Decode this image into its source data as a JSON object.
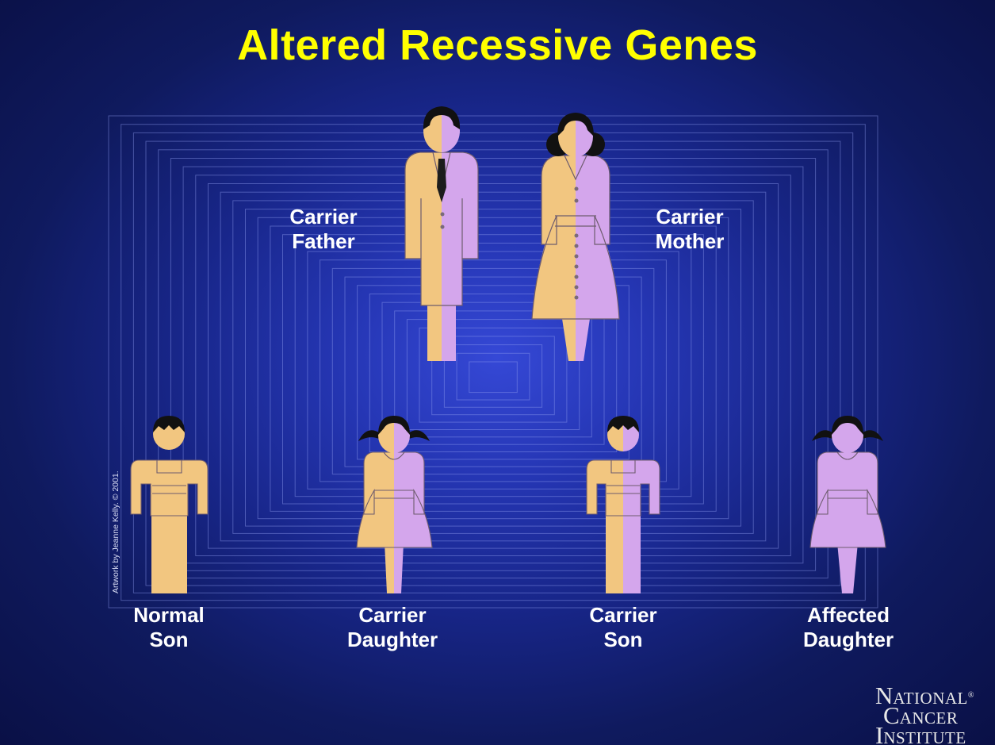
{
  "title": "Altered Recessive Genes",
  "parents": {
    "father": {
      "line1": "Carrier",
      "line2": "Father"
    },
    "mother": {
      "line1": "Carrier",
      "line2": "Mother"
    }
  },
  "children": [
    {
      "line1": "Normal",
      "line2": "Son"
    },
    {
      "line1": "Carrier",
      "line2": "Daughter"
    },
    {
      "line1": "Carrier",
      "line2": "Son"
    },
    {
      "line1": "Affected",
      "line2": "Daughter"
    }
  ],
  "credit": "Artwork by Jeanne Kelly. © 2001.",
  "logo": {
    "first_letter_1": "N",
    "rest_1": "ATIONAL",
    "mark": "®",
    "first_letter_2": "C",
    "rest_2": "ANCER",
    "first_letter_3": "I",
    "rest_3": "NSTITUTE"
  },
  "colors": {
    "title": "#ffff00",
    "normal_allele": "#f2c680",
    "altered_allele": "#d4a6ec",
    "label": "#ffffff"
  }
}
